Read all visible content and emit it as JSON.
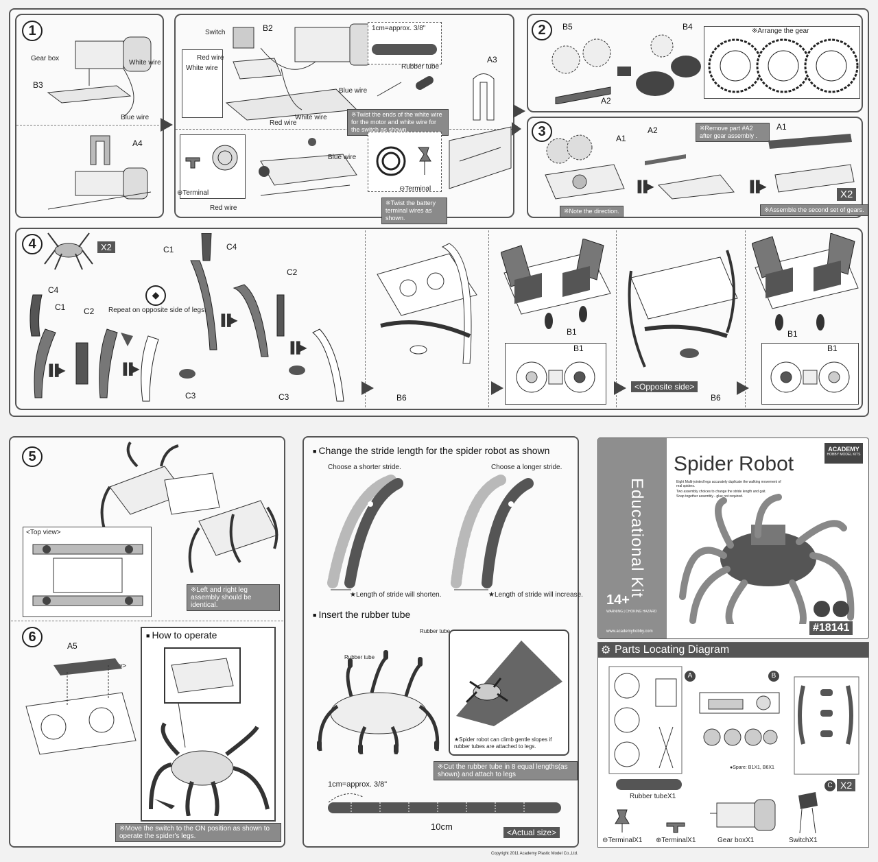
{
  "step1": {
    "number": "1",
    "gear_box": "Gear box",
    "white_wire": "White wire",
    "b3": "B3",
    "blue_wire": "Blue wire",
    "a4": "A4",
    "switch": "Switch",
    "b2": "B2",
    "red_wire": "Red wire",
    "white_wire2": "White wire",
    "measure": "1cm=approx. 3/8\"",
    "rubber_tube": "Rubber tube",
    "blue_wire2": "Blue wire",
    "red_wire2": "Red wire",
    "white_wire3": "White wire",
    "note_twist": "※Twist the ends of the white wire for the motor and white wire for the switch as shown.",
    "terminal_plus": "⊕Terminal",
    "terminal_minus": "⊖Terminal",
    "blue_wire3": "Blue wire",
    "red_wire3": "Red wire",
    "note_battery": "※Twist the battery terminal wires as shown.",
    "a3": "A3"
  },
  "step2": {
    "number": "2",
    "b5": "B5",
    "b4": "B4",
    "a2": "A2",
    "arrange": "※Arrange the gear"
  },
  "step3": {
    "number": "3",
    "a2": "A2",
    "a1": "A1",
    "a1b": "A1",
    "remove_note": "※Remove part #A2 after gear assembly .",
    "note_direction": "※Note the direction.",
    "x2": "X2",
    "assemble_note": "※Assemble the second set of gears."
  },
  "step4": {
    "number": "4",
    "x2": "X2",
    "c1": "C1",
    "c4": "C4",
    "c4b": "C4",
    "c1b": "C1",
    "c2": "C2",
    "c2b": "C2",
    "c3": "C3",
    "c3b": "C3",
    "repeat": "Repeat on opposite side of legs.",
    "b6": "B6",
    "b6b": "B6",
    "b1": "B1",
    "b1b": "B1",
    "b1c": "B1",
    "b1d": "B1",
    "opposite": "<Opposite side>"
  },
  "step5": {
    "number": "5",
    "top_view": "<Top view>",
    "note": "※Left and right leg assembly should be identical."
  },
  "step6": {
    "number": "6",
    "a5": "A5",
    "bottom_view": "<Bottom view>",
    "how_to": "How to operate",
    "note_switch": "※Move the switch to the ON position as shown to operate the spider's legs."
  },
  "stride": {
    "heading": "Change the stride length for the spider robot as shown",
    "shorter": "Choose a shorter stride.",
    "longer": "Choose a longer stride.",
    "shorten": "★Length of stride will shorten.",
    "increase": "★Length of stride will increase.",
    "insert_heading": "Insert the rubber tube",
    "rubber_tube1": "Rubber tube",
    "rubber_tube2": "Rubber tube",
    "slope_note": "★Spider robot can climb gentle slopes if rubber tubes are attached to legs.",
    "cut_note": "※Cut the rubber tube in 8 equal lengths(as shown) and attach to legs",
    "measure": "1cm=approx. 3/8\"",
    "length": "10cm",
    "actual": "<Actual size>",
    "copyright": "Copyright 2011 Academy Plastic Model Co.,Ltd."
  },
  "box": {
    "vertical_title": "Educational Kit",
    "title": "Spider Robot",
    "brand": "ACADEMY",
    "brand_sub": "HOBBY MODEL KITS",
    "bullet1": "Eight Multi-jointed legs accurately duplicate the walking movement of real spiders.",
    "bullet2": "Two assembly choices to change the stride length and gait.",
    "bullet3": "Snap together assembly - glue not required.",
    "age": "14+",
    "warning": "WARNING | CHOKING HAZARD",
    "website": "www.academyhobby.com",
    "catalog": "#18141"
  },
  "parts": {
    "heading": "Parts Locating Diagram",
    "label_a": "A",
    "label_b": "B",
    "label_c": "C",
    "x2": "X2",
    "spare": "●Spare: B1X1, B6X1",
    "rubber": "Rubber tubeX1",
    "minus": "⊖TerminalX1",
    "plus": "⊕TerminalX1",
    "gearbox": "Gear boxX1",
    "switch": "SwitchX1"
  }
}
